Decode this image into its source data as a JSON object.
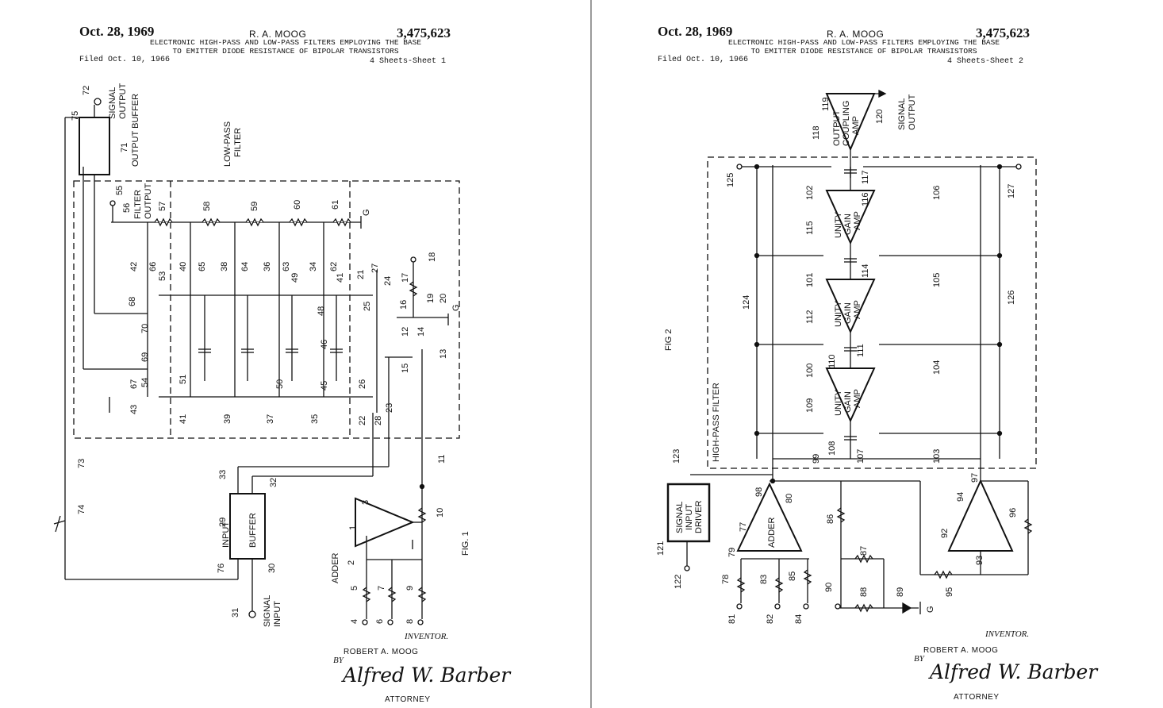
{
  "sheets": [
    {
      "date": "Oct. 28, 1969",
      "inventor_header": "R. A. MOOG",
      "patent_number": "3,475,623",
      "title_line1": "ELECTRONIC HIGH-PASS AND LOW-PASS FILTERS EMPLOYING THE BASE",
      "title_line2": "TO EMITTER DIODE RESISTANCE OF BIPOLAR TRANSISTORS",
      "filed": "Filed Oct. 10, 1966",
      "sheet_count": "4 Sheets-Sheet 1",
      "inventor_label": "INVENTOR.",
      "inventor_name": "ROBERT A. MOOG",
      "by_label": "BY",
      "signature": "Alfred W. Barber",
      "attorney_label": "ATTORNEY",
      "figure_label": "FIG. 1",
      "block_labels": {
        "output_buffer": "OUTPUT BUFFER",
        "signal_output_1": "SIGNAL",
        "signal_output_2": "OUTPUT",
        "low_pass_1": "LOW-PASS",
        "low_pass_2": "FILTER",
        "filter_output_1": "FILTER",
        "filter_output_2": "OUTPUT",
        "input_buffer_1": "INPUT",
        "input_buffer_2": "BUFFER",
        "signal_input_1": "SIGNAL",
        "signal_input_2": "INPUT",
        "adder": "ADDER",
        "ground_g": "G",
        "ground_g2": "G"
      },
      "ref_numbers": [
        "72",
        "75",
        "71",
        "55",
        "56",
        "57",
        "58",
        "59",
        "60",
        "61",
        "42",
        "66",
        "53",
        "40",
        "65",
        "38",
        "64",
        "36",
        "63",
        "49",
        "34",
        "62",
        "41",
        "21",
        "27",
        "24",
        "18",
        "17",
        "16",
        "19",
        "20",
        "25",
        "48",
        "68",
        "70",
        "46",
        "12",
        "14",
        "15",
        "13",
        "67",
        "69",
        "54",
        "51",
        "43",
        "41",
        "39",
        "37",
        "50",
        "35",
        "45",
        "26",
        "22",
        "28",
        "23",
        "73",
        "74",
        "33",
        "32",
        "29",
        "76",
        "30",
        "31",
        "11",
        "3",
        "1",
        "10",
        "2",
        "5",
        "7",
        "9",
        "4",
        "6",
        "8"
      ]
    },
    {
      "date": "Oct. 28, 1969",
      "inventor_header": "R. A. MOOG",
      "patent_number": "3,475,623",
      "title_line1": "ELECTRONIC HIGH-PASS AND LOW-PASS FILTERS EMPLOYING THE BASE",
      "title_line2": "TO EMITTER DIODE RESISTANCE OF BIPOLAR TRANSISTORS",
      "filed": "Filed Oct. 10, 1966",
      "sheet_count": "4 Sheets-Sheet 2",
      "inventor_label": "INVENTOR.",
      "inventor_name": "ROBERT A. MOOG",
      "by_label": "BY",
      "signature": "Alfred W. Barber",
      "attorney_label": "ATTORNEY",
      "figure_label": "FIG 2",
      "block_labels": {
        "output_coupling_1": "OUTPUT",
        "output_coupling_2": "COUPLING",
        "output_coupling_3": "AMP",
        "signal_output_1": "SIGNAL",
        "signal_output_2": "OUTPUT",
        "unity_1": "UNITY",
        "gain_1": "GAIN",
        "amp_1": "AMP",
        "unity_2": "UNITY",
        "gain_2": "GAIN",
        "amp_2": "AMP",
        "unity_3": "UNITY",
        "gain_3": "GAIN",
        "amp_3": "AMP",
        "high_pass": "HIGH-PASS FILTER",
        "signal_input_driver_1": "SIGNAL",
        "signal_input_driver_2": "INPUT",
        "signal_input_driver_3": "DRIVER",
        "adder": "ADDER",
        "ground_g": "G"
      },
      "ref_numbers": [
        "119",
        "118",
        "120",
        "125",
        "102",
        "117",
        "116",
        "106",
        "127",
        "115",
        "101",
        "114",
        "105",
        "124",
        "112",
        "126",
        "100",
        "110",
        "111",
        "104",
        "109",
        "99",
        "108",
        "107",
        "103",
        "123",
        "98",
        "80",
        "86",
        "94",
        "97",
        "96",
        "92",
        "93",
        "77",
        "79",
        "87",
        "95",
        "78",
        "83",
        "85",
        "90",
        "88",
        "89",
        "121",
        "122",
        "81",
        "82",
        "84"
      ]
    }
  ]
}
